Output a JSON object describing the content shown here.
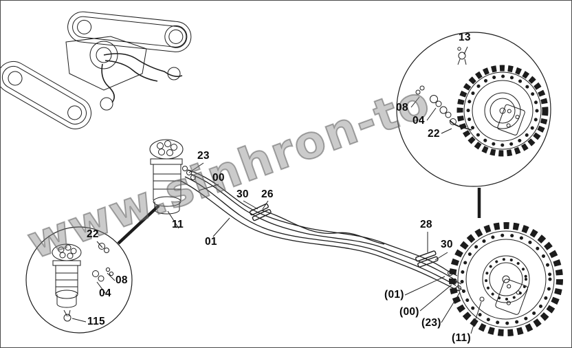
{
  "watermark": {
    "text": "www.sinhron-to"
  },
  "callouts": {
    "top_right_detail": [
      "13",
      "08",
      "04",
      "22"
    ],
    "swivel_area": [
      "23",
      "00",
      "30",
      "26",
      "11",
      "01"
    ],
    "bottom_left_detail": [
      "22",
      "08",
      "04",
      "115"
    ],
    "travel_motor_area": [
      "28",
      "30",
      "(01)",
      "(00)",
      "(23)",
      "(11)"
    ]
  },
  "colors": {
    "line": "#1c1c1c",
    "watermark": "#8a8a8a",
    "background": "#ffffff"
  }
}
